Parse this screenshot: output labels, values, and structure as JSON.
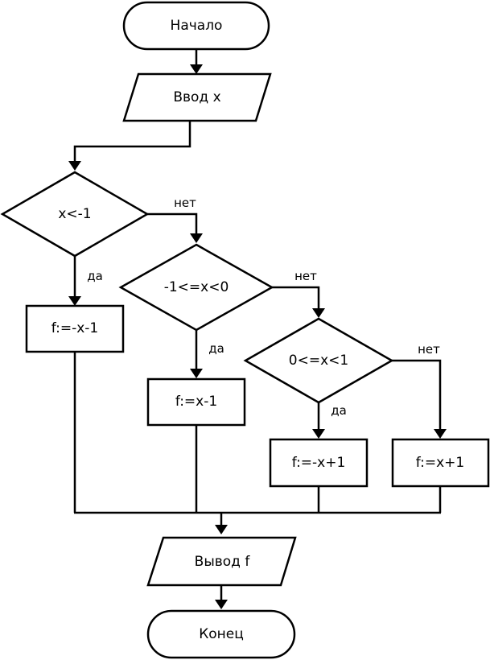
{
  "diagram": {
    "nodes": {
      "start": "Начало",
      "input": "Ввод x",
      "cond1": "x<-1",
      "cond2": "-1<=x<0",
      "cond3": "0<=x<1",
      "f1": "f:=-x-1",
      "f2": "f:=x-1",
      "f3": "f:=-x+1",
      "f4": "f:=x+1",
      "output": "Вывод f",
      "end": "Конец"
    },
    "edges": {
      "cond1_no": "нет",
      "cond1_yes": "да",
      "cond2_no": "нет",
      "cond2_yes": "да",
      "cond3_no": "нет",
      "cond3_yes": "да"
    }
  }
}
